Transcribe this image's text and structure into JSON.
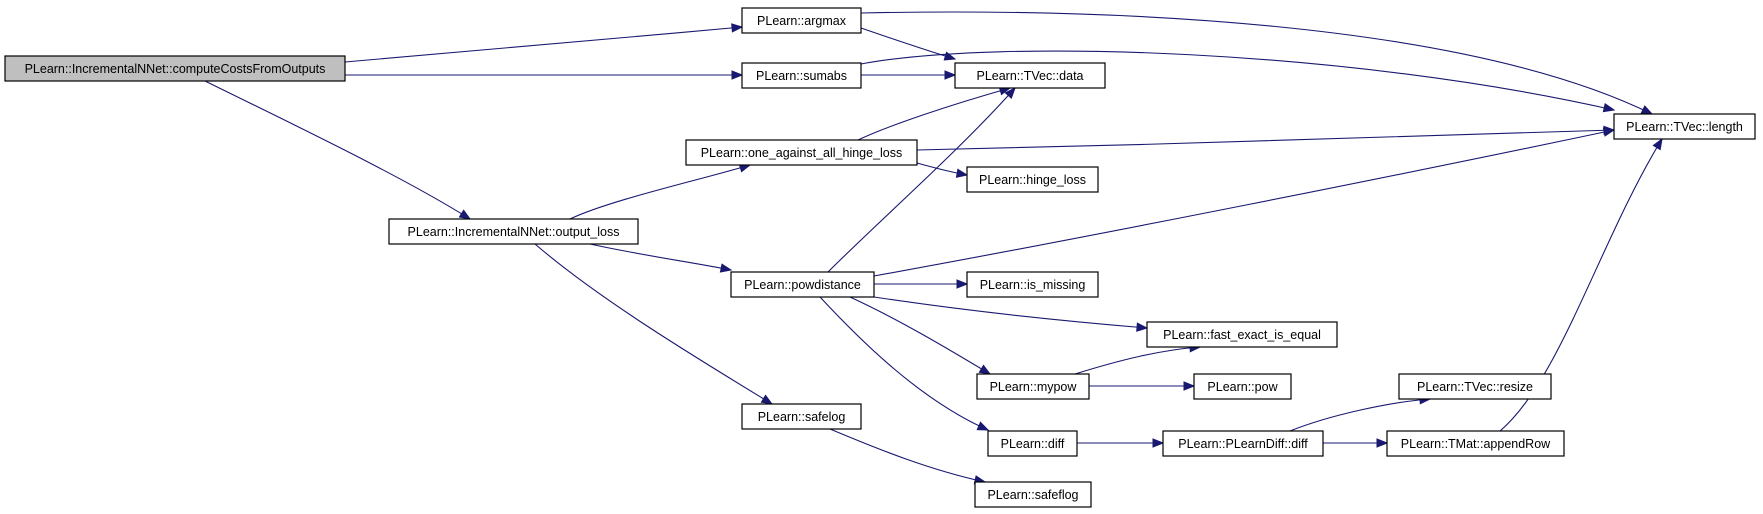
{
  "graph": {
    "nodes": [
      {
        "id": "computeCostsFromOutputs",
        "label": "PLearn::IncrementalNNet::computeCostsFromOutputs",
        "root": true
      },
      {
        "id": "argmax",
        "label": "PLearn::argmax"
      },
      {
        "id": "sumabs",
        "label": "PLearn::sumabs"
      },
      {
        "id": "tvec_data",
        "label": "PLearn::TVec::data"
      },
      {
        "id": "tvec_length",
        "label": "PLearn::TVec::length"
      },
      {
        "id": "one_against_all_hinge_loss",
        "label": "PLearn::one_against_all_hinge_loss"
      },
      {
        "id": "hinge_loss",
        "label": "PLearn::hinge_loss"
      },
      {
        "id": "output_loss",
        "label": "PLearn::IncrementalNNet::output_loss"
      },
      {
        "id": "powdistance",
        "label": "PLearn::powdistance"
      },
      {
        "id": "is_missing",
        "label": "PLearn::is_missing"
      },
      {
        "id": "fast_exact_is_equal",
        "label": "PLearn::fast_exact_is_equal"
      },
      {
        "id": "mypow",
        "label": "PLearn::mypow"
      },
      {
        "id": "pow",
        "label": "PLearn::pow"
      },
      {
        "id": "tvec_resize",
        "label": "PLearn::TVec::resize"
      },
      {
        "id": "safelog",
        "label": "PLearn::safelog"
      },
      {
        "id": "diff",
        "label": "PLearn::diff"
      },
      {
        "id": "plearndiff_diff",
        "label": "PLearn::PLearnDiff::diff"
      },
      {
        "id": "tmat_appendrow",
        "label": "PLearn::TMat::appendRow"
      },
      {
        "id": "safeflog",
        "label": "PLearn::safeflog"
      }
    ],
    "edges": [
      {
        "from": "computeCostsFromOutputs",
        "to": "argmax"
      },
      {
        "from": "computeCostsFromOutputs",
        "to": "sumabs"
      },
      {
        "from": "computeCostsFromOutputs",
        "to": "output_loss"
      },
      {
        "from": "argmax",
        "to": "tvec_data"
      },
      {
        "from": "argmax",
        "to": "tvec_length"
      },
      {
        "from": "sumabs",
        "to": "tvec_data"
      },
      {
        "from": "sumabs",
        "to": "tvec_length"
      },
      {
        "from": "one_against_all_hinge_loss",
        "to": "tvec_data"
      },
      {
        "from": "one_against_all_hinge_loss",
        "to": "tvec_length"
      },
      {
        "from": "one_against_all_hinge_loss",
        "to": "hinge_loss"
      },
      {
        "from": "output_loss",
        "to": "one_against_all_hinge_loss"
      },
      {
        "from": "output_loss",
        "to": "powdistance"
      },
      {
        "from": "output_loss",
        "to": "safelog"
      },
      {
        "from": "powdistance",
        "to": "tvec_data"
      },
      {
        "from": "powdistance",
        "to": "tvec_length"
      },
      {
        "from": "powdistance",
        "to": "is_missing"
      },
      {
        "from": "powdistance",
        "to": "fast_exact_is_equal"
      },
      {
        "from": "powdistance",
        "to": "mypow"
      },
      {
        "from": "powdistance",
        "to": "diff"
      },
      {
        "from": "mypow",
        "to": "fast_exact_is_equal"
      },
      {
        "from": "mypow",
        "to": "pow"
      },
      {
        "from": "diff",
        "to": "plearndiff_diff"
      },
      {
        "from": "plearndiff_diff",
        "to": "tvec_resize"
      },
      {
        "from": "plearndiff_diff",
        "to": "tmat_appendrow"
      },
      {
        "from": "tmat_appendrow",
        "to": "tvec_length"
      },
      {
        "from": "safelog",
        "to": "safeflog"
      }
    ]
  }
}
